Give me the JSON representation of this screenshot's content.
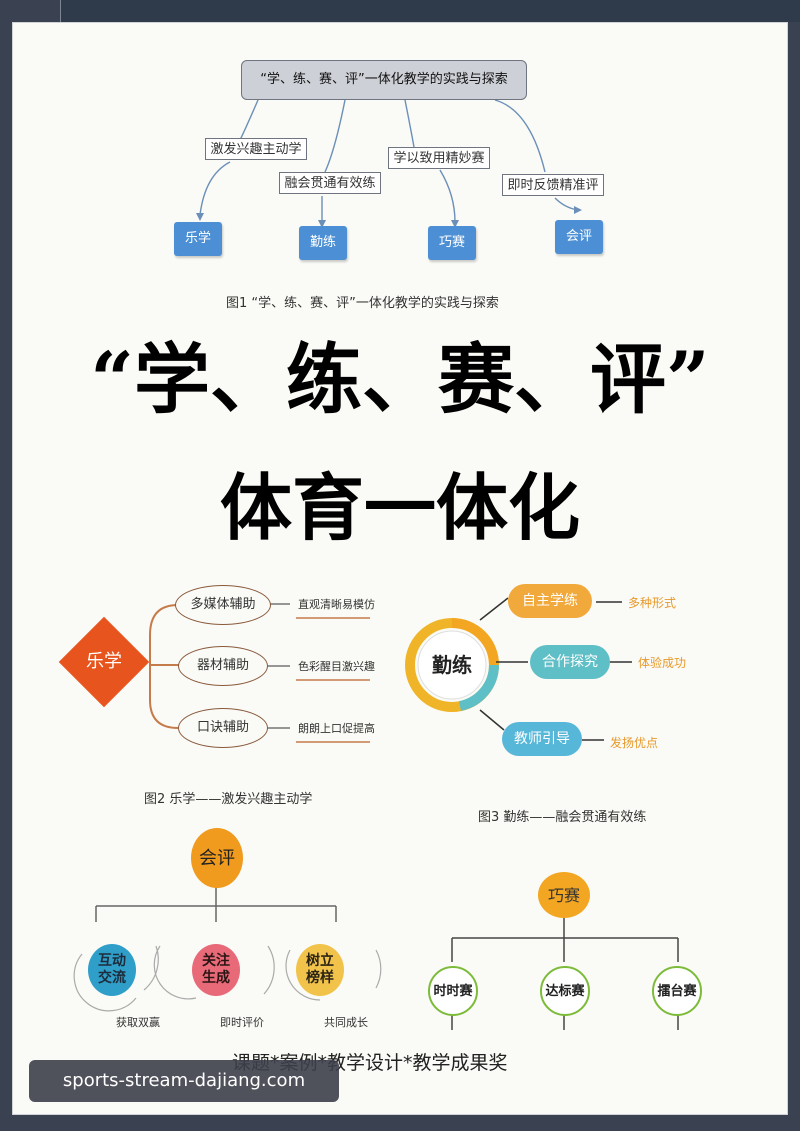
{
  "fig1": {
    "root": "“学、练、赛、评”一体化教学的实践与探索",
    "branches": [
      {
        "label": "激发兴趣主动学",
        "node": "乐学"
      },
      {
        "label": "融会贯通有效练",
        "node": "勤练"
      },
      {
        "label": "学以致用精妙赛",
        "node": "巧赛"
      },
      {
        "label": "即时反馈精准评",
        "node": "会评"
      }
    ],
    "caption": "图1 “学、练、赛、评”一体化教学的实践与探索"
  },
  "title": {
    "line1": "“学、练、赛、评”",
    "line2": "体育一体化"
  },
  "fig2": {
    "center": "乐学",
    "items": [
      {
        "label": "多媒体辅助",
        "note": "直观清晰易模仿"
      },
      {
        "label": "器材辅助",
        "note": "色彩醒目激兴趣"
      },
      {
        "label": "口诀辅助",
        "note": "朗朗上口促提高"
      }
    ],
    "caption": "图2 乐学——激发兴趣主动学"
  },
  "fig3": {
    "center": "勤练",
    "items": [
      {
        "label": "自主学练",
        "note": "多种形式"
      },
      {
        "label": "合作探究",
        "note": "体验成功"
      },
      {
        "label": "教师引导",
        "note": "发扬优点"
      }
    ],
    "caption": "图3 勤练——融会贯通有效练"
  },
  "fig4": {
    "center": "会评",
    "items": [
      {
        "label": "互动\n交流",
        "note": "获取双赢"
      },
      {
        "label": "关注\n生成",
        "note": "即时评价"
      },
      {
        "label": "树立\n榜样",
        "note": "共同成长"
      }
    ]
  },
  "fig5": {
    "center": "巧赛",
    "items": [
      {
        "label": "时时赛"
      },
      {
        "label": "达标赛"
      },
      {
        "label": "擂台赛"
      }
    ]
  },
  "footer": "课题*案例*教学设计*教学成果奖",
  "watermark": "sports-stream-dajiang.com",
  "colors": {
    "blue_node": "#4d8fd4",
    "orange_diamond": "#e8541d",
    "orange_pill": "#f2a93b",
    "teal_pill": "#5fbfc6",
    "cyan_pill": "#57b7d9",
    "gold_circle": "#f3a622"
  }
}
